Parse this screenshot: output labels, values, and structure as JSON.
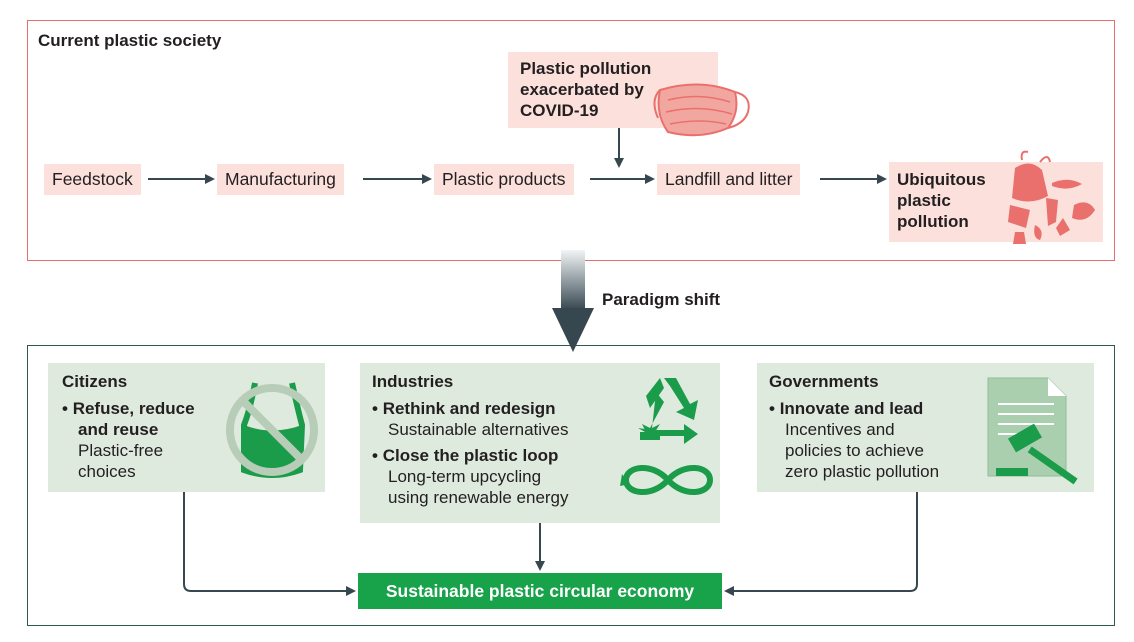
{
  "top": {
    "title": "Current plastic society",
    "covid_box": [
      "Plastic pollution",
      "exacerbated by",
      "COVID-19"
    ],
    "steps": [
      "Feedstock",
      "Manufacturing",
      "Plastic products",
      "Landfill and litter"
    ],
    "end_box": [
      "Ubiquitous",
      "plastic",
      "pollution"
    ]
  },
  "shift_label": "Paradigm shift",
  "citizens": {
    "title": "Citizens",
    "bullet": "Refuse, reduce",
    "bullet_cont": "and reuse",
    "sub": [
      "Plastic-free",
      "choices"
    ]
  },
  "industries": {
    "title": "Industries",
    "bullet1": "Rethink and redesign",
    "sub1": "Sustainable alternatives",
    "bullet2": "Close the plastic loop",
    "sub2": [
      "Long-term upcycling",
      "using renewable energy"
    ]
  },
  "governments": {
    "title": "Governments",
    "bullet": "Innovate and lead",
    "sub": [
      "Incentives and",
      "policies to achieve",
      "zero plastic pollution"
    ]
  },
  "target": "Sustainable plastic circular economy",
  "colors": {
    "top_border": "#e36f6f",
    "bottom_border": "#2f5a52",
    "pink_box": "#fbe0dc",
    "pink_icon": "#e9706c",
    "green_panel": "#dfeadf",
    "green_accent": "#18a24a",
    "arrow": "#37474f"
  },
  "icons": [
    "face-mask-icon",
    "plastic-waste-icon",
    "no-plastic-bag-icon",
    "recycle-icon",
    "infinity-loop-icon",
    "legislation-gavel-icon"
  ]
}
